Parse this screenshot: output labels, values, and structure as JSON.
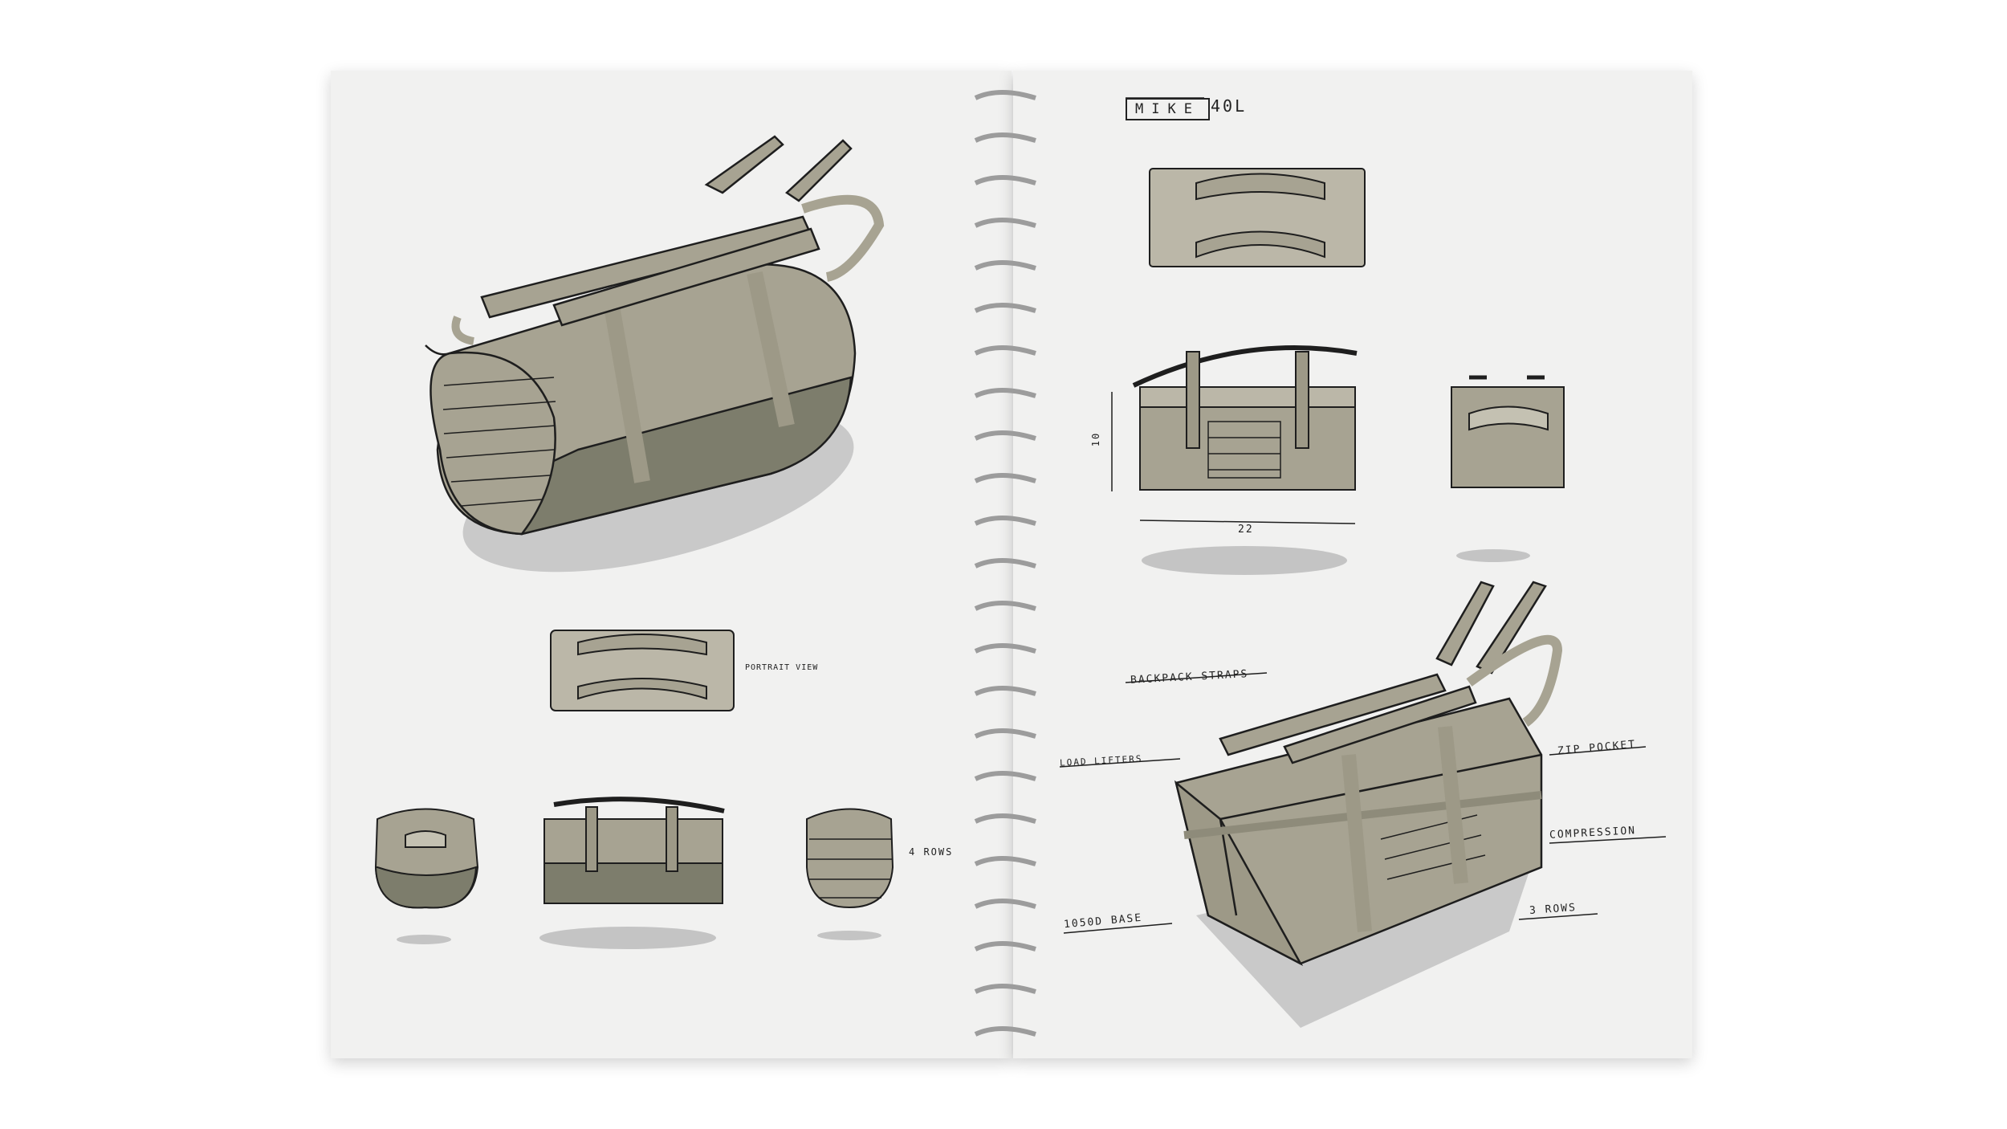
{
  "notebook": {
    "title": "MIKE",
    "capacity": "40L"
  },
  "left_page": {
    "annotations": {
      "portrait_view": "PORTRAIT VIEW",
      "rows": "4 ROWS"
    }
  },
  "right_page": {
    "dimensions": {
      "height": "10",
      "width": "22"
    },
    "callouts": {
      "backpack_straps": "BACKPACK STRAPS",
      "load_lifters": "LOAD LIFTERS",
      "zip_pocket": "ZIP POCKET",
      "compression": "COMPRESSION",
      "base": "1050D BASE",
      "rows": "3 ROWS"
    }
  },
  "colors": {
    "paper": "#f1f1f0",
    "bag_body": "#a7a392",
    "bag_shadow": "#7d7d6c",
    "bag_light": "#c4c1b2",
    "ink": "#1e1e1e",
    "ground_shadow": "#bdbdbd"
  }
}
